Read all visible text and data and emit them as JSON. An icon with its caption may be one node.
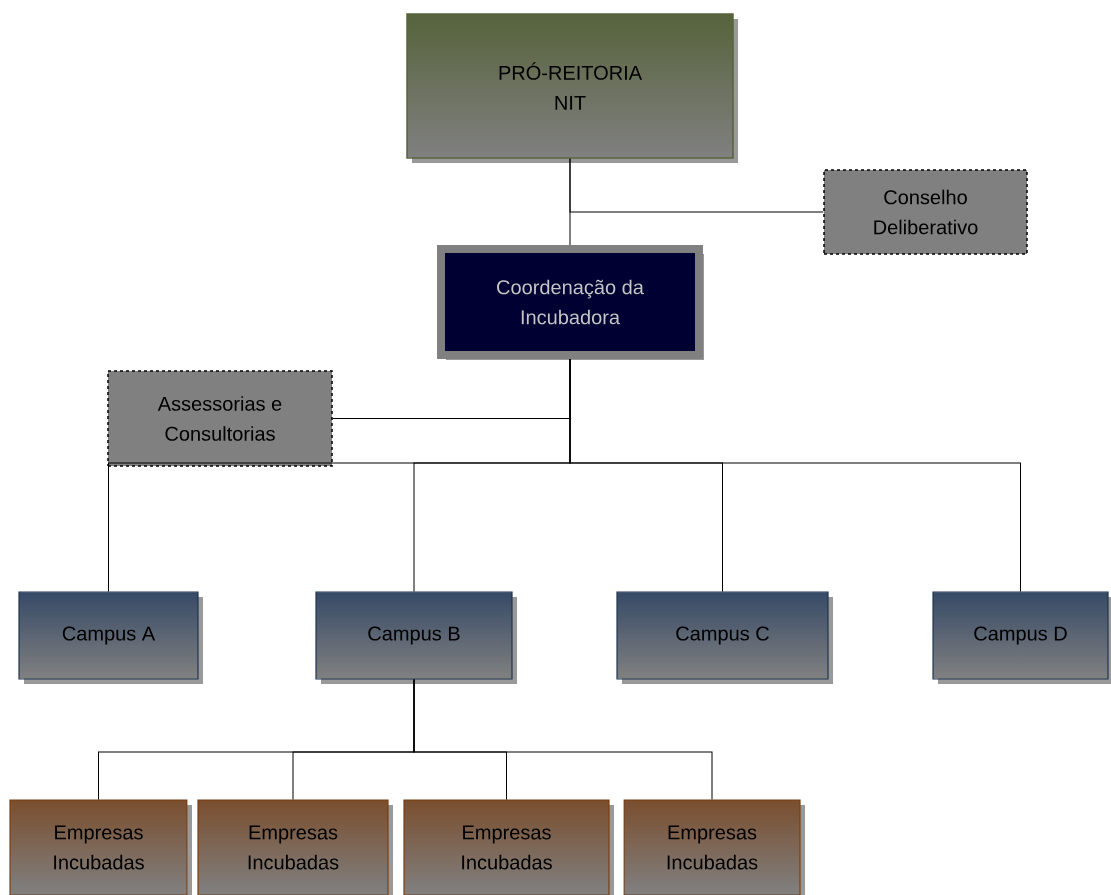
{
  "diagram": {
    "nodes": [
      {
        "text": [
          "PRÓ-REITORIA NIT"
        ]
      },
      {
        "text": [
          "Conselho Deliberativo"
        ]
      },
      {
        "text": [
          "Coordenação da Incubadora"
        ]
      },
      {
        "text": [
          "Assessorias e Consultorias"
        ]
      },
      {
        "text": [
          "Campus A"
        ]
      },
      {
        "text": [
          "Campus B"
        ]
      },
      {
        "text": [
          "Campus C"
        ]
      },
      {
        "text": [
          "Campus D"
        ]
      },
      {
        "text": [
          "Empresas Incubadas"
        ]
      },
      {
        "text": [
          "Empresas Incubadas"
        ]
      },
      {
        "text": [
          "Empresas Incubadas"
        ]
      },
      {
        "text": [
          "Empresas Incubadas"
        ]
      }
    ],
    "edges": [
      {
        "from": 0,
        "to": 2,
        "arrow": "none"
      },
      {
        "from": 0,
        "to": 1,
        "arrow": "none"
      },
      {
        "from": 2,
        "to": 3,
        "arrow": "none"
      },
      {
        "from": 2,
        "to": 4,
        "arrow": "none"
      },
      {
        "from": 2,
        "to": 5,
        "arrow": "none"
      },
      {
        "from": 2,
        "to": 6,
        "arrow": "none"
      },
      {
        "from": 2,
        "to": 7,
        "arrow": "none"
      },
      {
        "from": 5,
        "to": 8,
        "arrow": "none"
      },
      {
        "from": 5,
        "to": 9,
        "arrow": "none"
      },
      {
        "from": 5,
        "to": 10,
        "arrow": "none"
      },
      {
        "from": 5,
        "to": 11,
        "arrow": "none"
      }
    ]
  }
}
